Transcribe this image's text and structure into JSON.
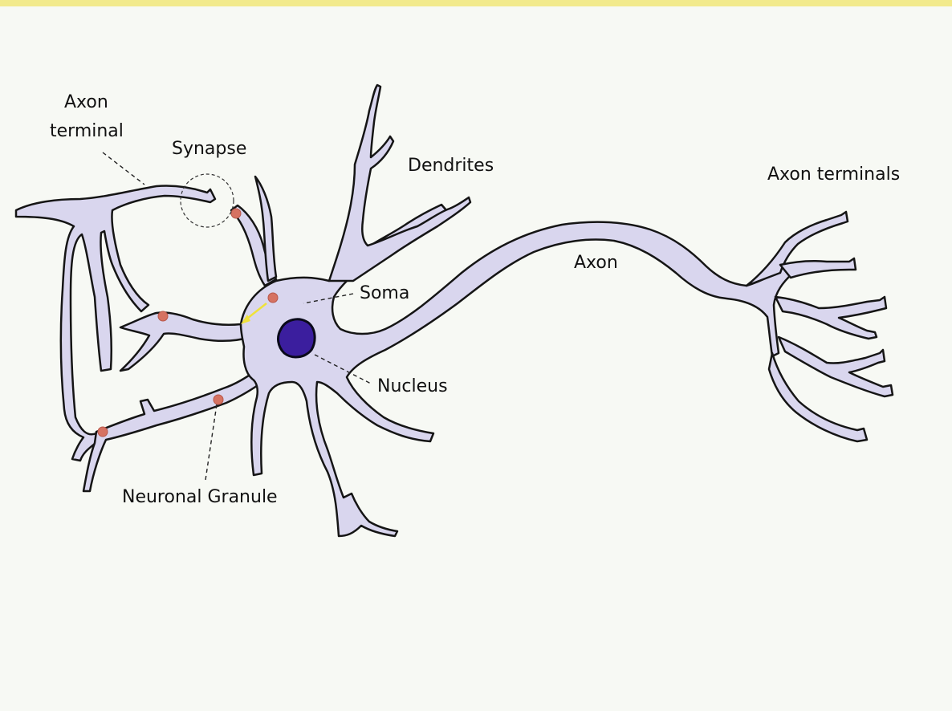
{
  "labels": {
    "axon_terminal_line1": "Axon",
    "axon_terminal_line2": "terminal",
    "synapse": "Synapse",
    "dendrites": "Dendrites",
    "axon_terminals": "Axon terminals",
    "axon": "Axon",
    "soma": "Soma",
    "nucleus": "Nucleus",
    "neuronal_granule": "Neuronal Granule"
  },
  "colors": {
    "background": "#f7f9f4",
    "top_border": "#f2ea8c",
    "membrane_fill": "#d9d6ee",
    "outline": "#151515",
    "nucleus": "#3b1e9e",
    "granule": "#d67262",
    "arrow": "#efe23a"
  }
}
